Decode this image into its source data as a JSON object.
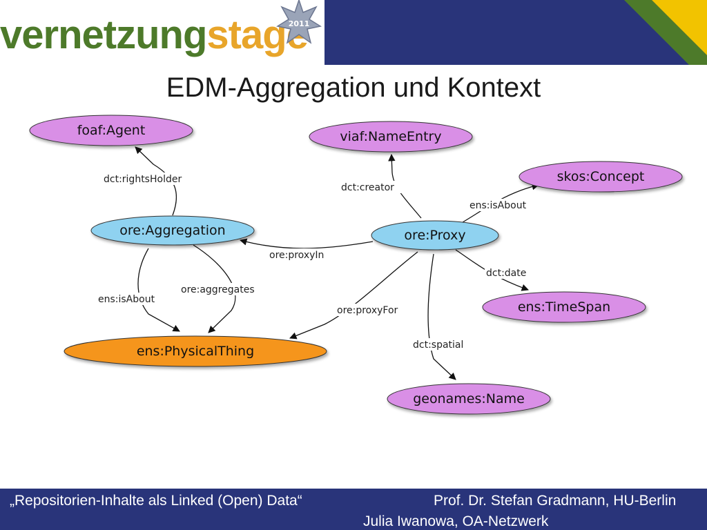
{
  "header": {
    "logo_part1": "vernetzung",
    "logo_part2": "stage",
    "badge_year": "2011",
    "band_color": "#29347a",
    "stripe_colors": [
      "#4d7a2a",
      "#f2c300"
    ]
  },
  "title": "EDM-Aggregation und Kontext",
  "diagram": {
    "nodes": [
      {
        "id": "foaf_agent",
        "label": "foaf:Agent",
        "color": "#d98fe6"
      },
      {
        "id": "viaf_nameentry",
        "label": "viaf:NameEntry",
        "color": "#d98fe6"
      },
      {
        "id": "skos_concept",
        "label": "skos:Concept",
        "color": "#d98fe6"
      },
      {
        "id": "ore_aggregation",
        "label": "ore:Aggregation",
        "color": "#8fd2f0"
      },
      {
        "id": "ore_proxy",
        "label": "ore:Proxy",
        "color": "#8fd2f0"
      },
      {
        "id": "ens_timespan",
        "label": "ens:TimeSpan",
        "color": "#d98fe6"
      },
      {
        "id": "ens_physicalthing",
        "label": "ens:PhysicalThing",
        "color": "#f5951f"
      },
      {
        "id": "geonames_name",
        "label": "geonames:Name",
        "color": "#d98fe6"
      }
    ],
    "edges": [
      {
        "from": "ore_aggregation",
        "to": "foaf_agent",
        "label": "dct:rightsHolder"
      },
      {
        "from": "ore_proxy",
        "to": "viaf_nameentry",
        "label": "dct:creator"
      },
      {
        "from": "ore_proxy",
        "to": "skos_concept",
        "label": "ens:isAbout"
      },
      {
        "from": "ore_proxy",
        "to": "ore_aggregation",
        "label": "ore:proxyIn"
      },
      {
        "from": "ore_proxy",
        "to": "ens_timespan",
        "label": "dct:date"
      },
      {
        "from": "ore_aggregation",
        "to": "ens_physicalthing",
        "label": "ens:isAbout"
      },
      {
        "from": "ore_aggregation",
        "to": "ens_physicalthing",
        "label": "ore:aggregates"
      },
      {
        "from": "ore_proxy",
        "to": "ens_physicalthing",
        "label": "ore:proxyFor"
      },
      {
        "from": "ore_proxy",
        "to": "geonames_name",
        "label": "dct:spatial"
      }
    ]
  },
  "footer": {
    "left": "„Repositorien-Inhalte als Linked (Open) Data“",
    "right_line1": "Prof. Dr. Stefan Gradmann, HU-Berlin",
    "right_line2": "Julia Iwanowa, OA-Netzwerk"
  }
}
